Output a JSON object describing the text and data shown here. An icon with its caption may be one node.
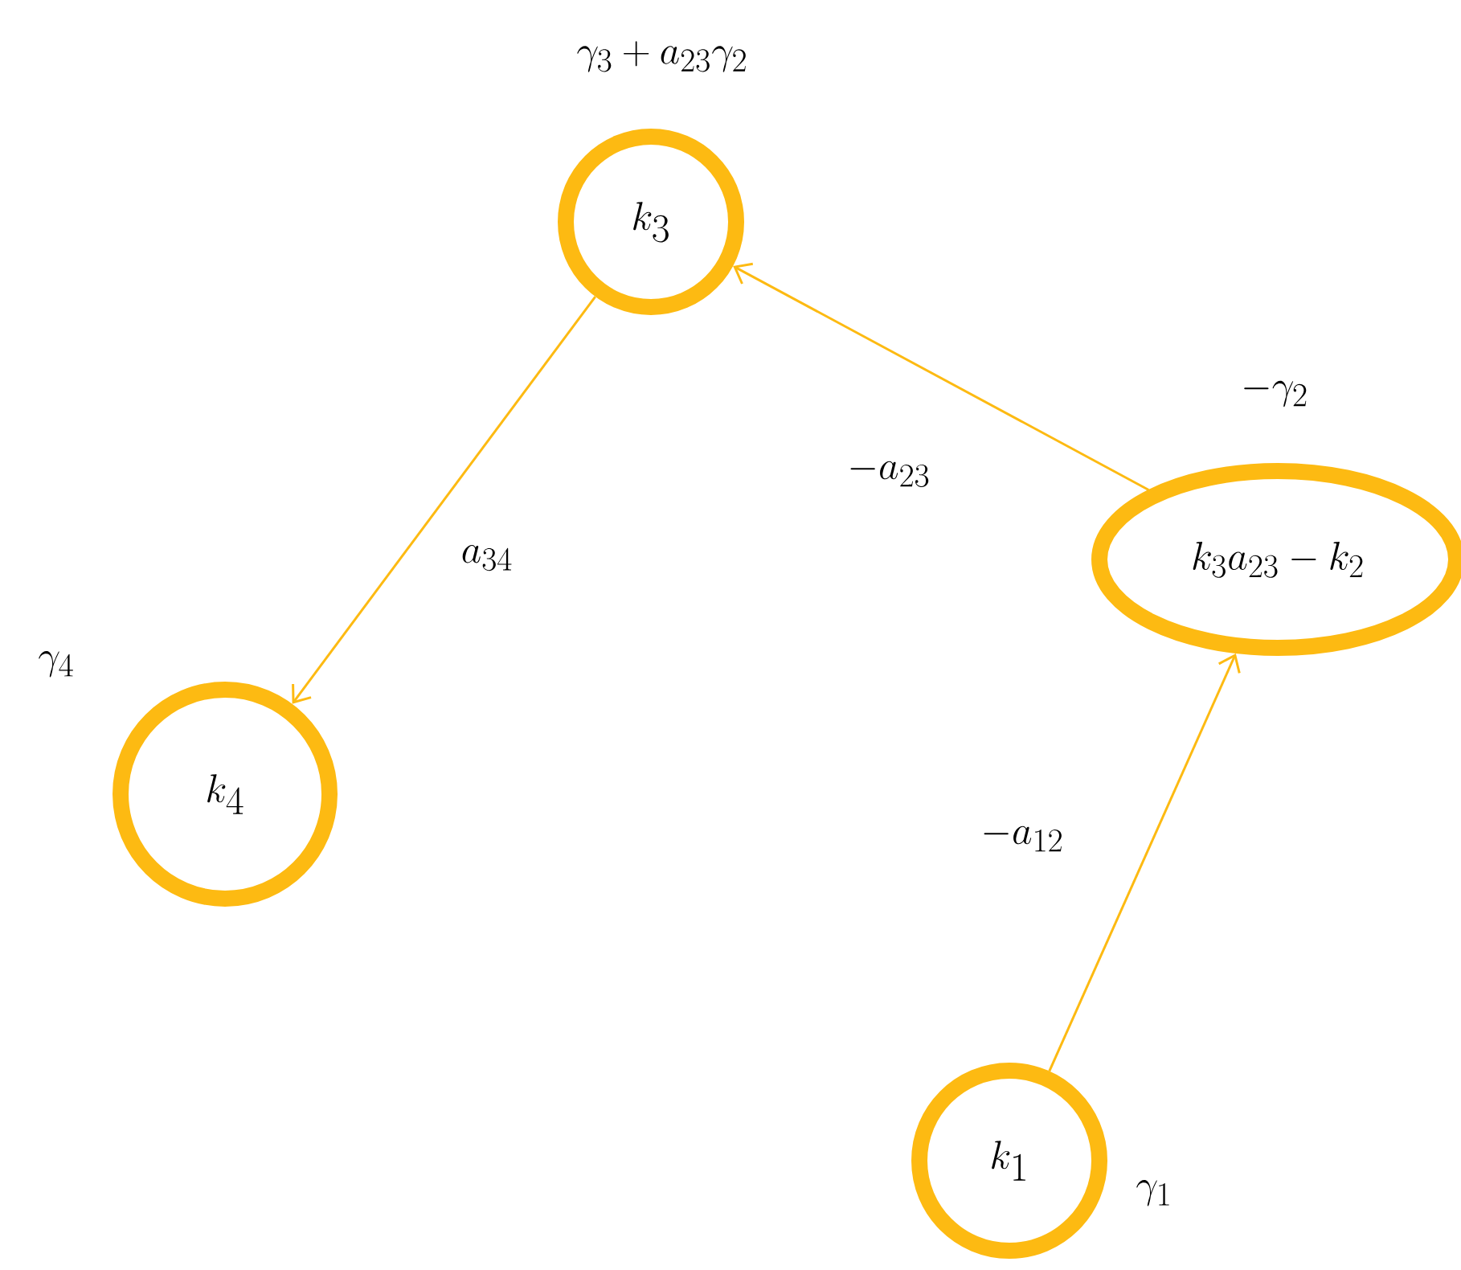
{
  "diagram": {
    "nodes": [
      {
        "text": [
          "k_3"
        ],
        "beside": [
          "\\gamma_3 + a_{23}\\gamma_2"
        ]
      },
      {
        "text": [
          "k_3a_{23} - k_2"
        ],
        "beside": [
          "-\\gamma_2"
        ]
      },
      {
        "text": [
          "k_4"
        ],
        "beside": [
          "\\gamma_4"
        ]
      },
      {
        "text": [
          "k_1"
        ],
        "beside": [
          "\\gamma_1"
        ]
      }
    ],
    "edges": [
      {
        "from": 3,
        "to": 1,
        "arrow": "to",
        "label": "-a_{12}"
      },
      {
        "from": 1,
        "to": 0,
        "arrow": "to",
        "label": "-a_{23}"
      },
      {
        "from": 0,
        "to": 2,
        "arrow": "to",
        "label": "a_{34}"
      }
    ]
  }
}
